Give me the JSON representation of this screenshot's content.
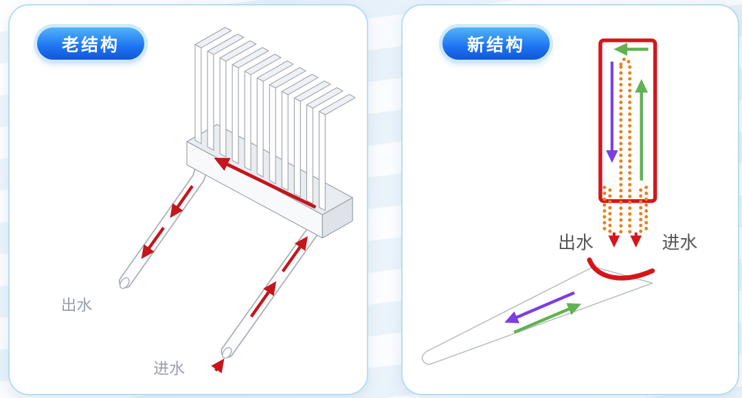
{
  "panels": [
    {
      "badge": "老结构",
      "outlet_label": "出水",
      "inlet_label": "进水"
    },
    {
      "badge": "新结构",
      "outlet_label": "出水",
      "inlet_label": "进水"
    }
  ],
  "colors": {
    "accent_blue": "#1d73f2",
    "card_border": "#b5ddf4",
    "flow_red": "#c4161c",
    "heater_red": "#d6151b",
    "coil_orange": "#e8821e",
    "flow_green": "#62b152",
    "flow_purple": "#7b3fe4",
    "label_gray": "#9aa0a6"
  }
}
